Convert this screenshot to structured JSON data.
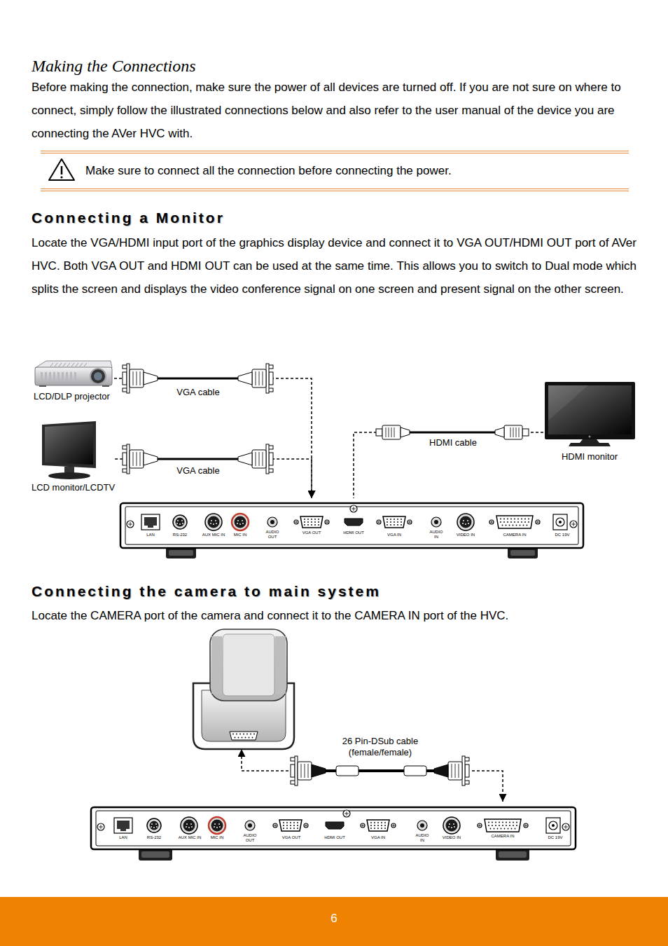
{
  "diagram": {
    "title": "Making the Connections",
    "nodes": [
      {
        "text": [
          "Make sure to connect all the connection before connecting the power."
        ]
      },
      {
        "text": [
          "LCD/DLP projector"
        ]
      },
      {
        "text": [
          "LCD monitor/LCDTV"
        ]
      },
      {
        "text": [
          "HDMI monitor"
        ]
      },
      {
        "text": [
          "VGA OUT"
        ]
      },
      {
        "text": [
          "HDMI OUT"
        ]
      },
      {
        "text": [
          "26 Pin-DSub cable (female/female)"
        ]
      },
      {
        "text": [
          "CAMERA IN"
        ]
      },
      {
        "text": [
          "6"
        ]
      }
    ],
    "edges": [
      {
        "from": 1,
        "to": 4,
        "arrow": "to",
        "label": "VGA cable"
      },
      {
        "from": 2,
        "to": 4,
        "arrow": "to",
        "label": "VGA cable"
      },
      {
        "from": 3,
        "to": 5,
        "arrow": "none",
        "label": "HDMI cable"
      },
      {
        "from": 6,
        "to": 7,
        "arrow": "to"
      }
    ],
    "labels": [
      "Before making the connection, make sure the power of all devices are turned off. If you are not sure on where to connect, simply follow the illustrated connections below and also refer to the user manual of the device you are connecting the AVer HVC with.",
      "Connecting a Monitor",
      "Locate the VGA/HDMI input port of the graphics display device and connect it to VGA OUT/HDMI OUT port of AVer HVC. Both VGA OUT and HDMI OUT can be used at the same time. This allows you to switch to Dual mode which splits the screen and displays the video conference signal on one screen and present signal on the other screen.",
      "Connecting the camera to main system",
      "Locate the CAMERA port of the camera and connect it to the CAMERA IN port of the HVC.",
      "LAN",
      "RS-232",
      "AUX MIC IN",
      "MIC IN",
      "AUDIO OUT",
      "VGA IN",
      "AUDIO IN",
      "VIDEO IN",
      "CAMERA IN",
      "DC 19V",
      "LAN",
      "RS-232",
      "AUX MIC IN",
      "MIC IN",
      "AUDIO OUT",
      "VGA OUT",
      "HDMI OUT",
      "VGA IN",
      "AUDIO IN",
      "VIDEO IN",
      "DC 19V"
    ]
  }
}
